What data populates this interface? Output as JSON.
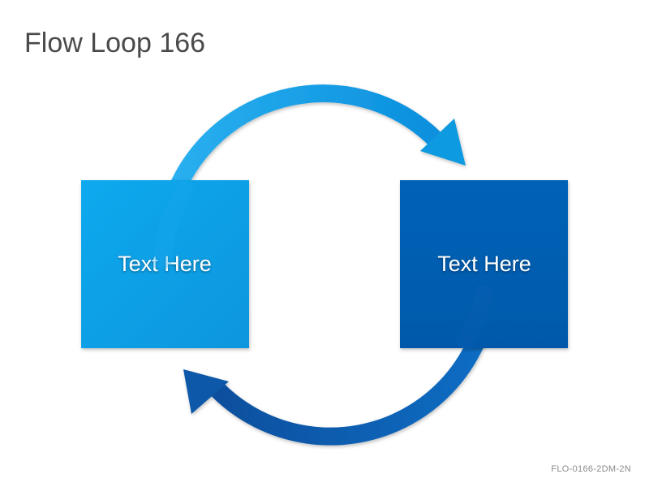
{
  "slide": {
    "title": "Flow Loop 166",
    "code": "FLO-0166-2DM-2N"
  },
  "boxes": [
    {
      "label": "Text Here",
      "color": "#0aa3e9"
    },
    {
      "label": "Text Here",
      "color": "#0660b4"
    }
  ],
  "arrows": {
    "top_color": "#1aa5ea",
    "bottom_color": "#0b62b6"
  }
}
